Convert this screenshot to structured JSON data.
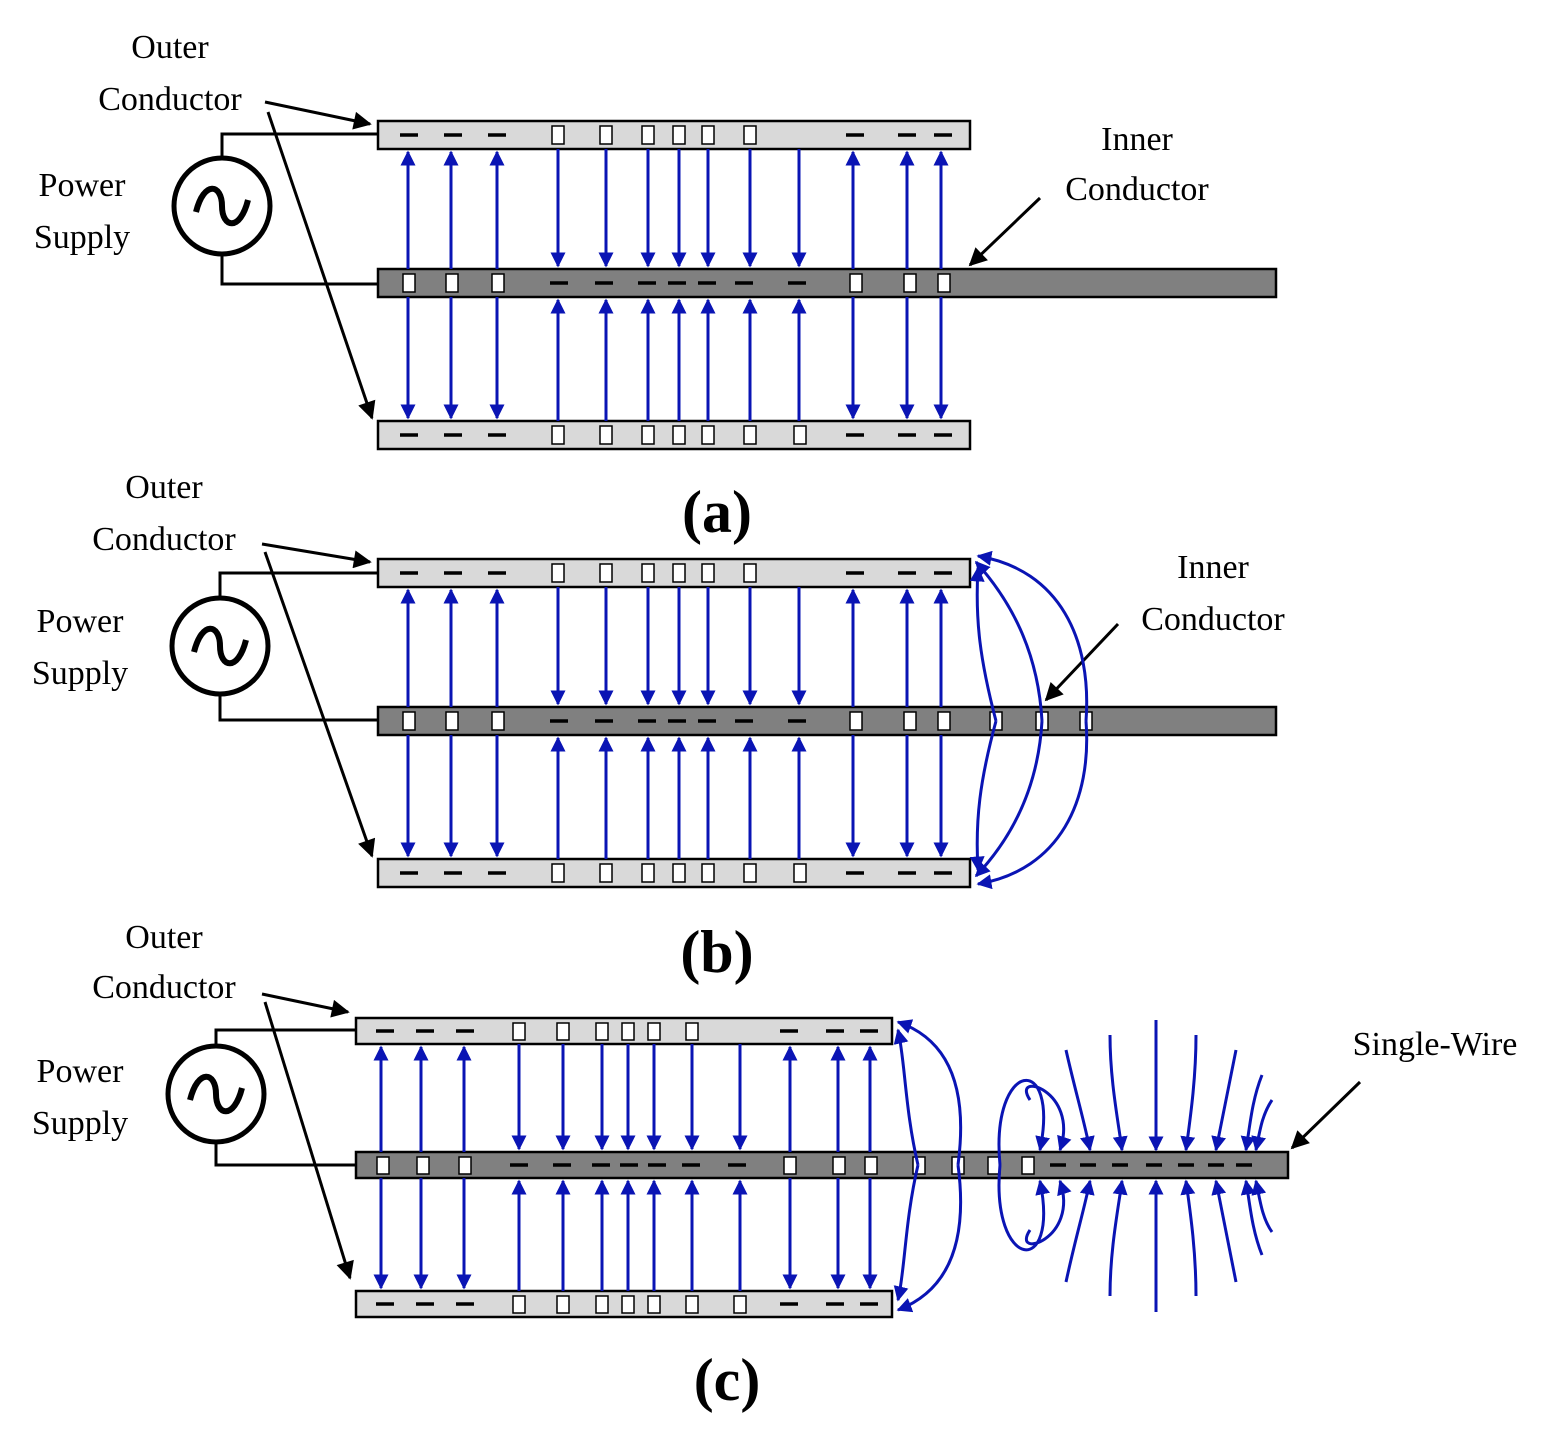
{
  "colors": {
    "field": "#0a14b4",
    "outer_conductor_fill": "#d9d9d9",
    "inner_conductor_fill": "#808080",
    "line": "#000000"
  },
  "panels": [
    {
      "id": "a",
      "caption": "(a)",
      "outer_label_line1": "Outer",
      "outer_label_line2": "Conductor",
      "supply_label_line1": "Power",
      "supply_label_line2": "Supply",
      "right_label_line1": "Inner",
      "right_label_line2": "Conductor",
      "source_icon": "ac-source-icon"
    },
    {
      "id": "b",
      "caption": "(b)",
      "outer_label_line1": "Outer",
      "outer_label_line2": "Conductor",
      "supply_label_line1": "Power",
      "supply_label_line2": "Supply",
      "right_label_line1": "Inner",
      "right_label_line2": "Conductor",
      "source_icon": "ac-source-icon"
    },
    {
      "id": "c",
      "caption": "(c)",
      "outer_label_line1": "Outer",
      "outer_label_line2": "Conductor",
      "supply_label_line1": "Power",
      "supply_label_line2": "Supply",
      "right_label_line1": "Single-Wire",
      "source_icon": "ac-source-icon"
    }
  ]
}
